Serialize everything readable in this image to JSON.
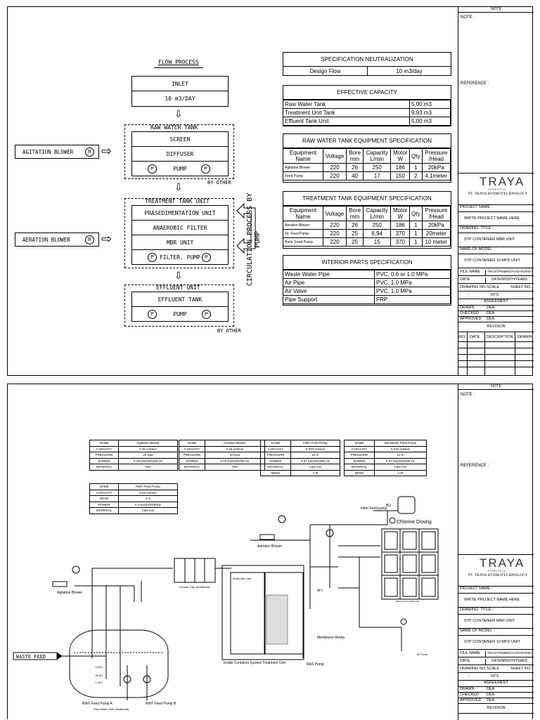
{
  "flow": {
    "title": "FLOW PROCESS",
    "inlet": "INLET",
    "inlet_flow": "10 m3/DAY",
    "raw_water_tank": "RAW WATER TANK",
    "screen": "SCREEN",
    "diffuser": "DIFFUSER",
    "pump": "PUMP",
    "by_other": "BY OTHER",
    "treatment_tank": "TREATMENT TANK UNIT",
    "presed": "PRASEDIMENTATION UNIT",
    "anaerobic": "ANAEROBIC FILTER",
    "mbr": "MBR UNIT",
    "filter_pump": "FILTER. PUMP",
    "effluent_unit": "EFFLUENT UNIT",
    "effluent_tank": "EFFLUENT TANK",
    "agitation_blower": "AGITATION BLOWER",
    "aeration_blower": "AERATION BLOWER",
    "b": "B",
    "p": "P",
    "circulation": "CIRCULATION PROCESS BY PUMP"
  },
  "spec_neutral": {
    "title": "SPECIFICATION NEUTRALIZATION",
    "label": "Design Flow",
    "value": "10  m3/day"
  },
  "capacity": {
    "title": "EFFECTIVE CAPACITY",
    "rows": [
      [
        "Raw Water Tank",
        "5,00 m3"
      ],
      [
        "Treatment Unit Tank",
        "9,93 m3"
      ],
      [
        "Effluent Tank Unit",
        "5,00 m3"
      ]
    ]
  },
  "raw_equip": {
    "title": "RAW WATER TANK EQUIPMENT SPECIFICATION",
    "headers": [
      "Equipment Name",
      "Voltage",
      "Bore mm",
      "Capacity L/min",
      "Motor W",
      "Qty",
      "Pressure /Head"
    ],
    "rows": [
      [
        "Agitation Blower",
        "220",
        "26",
        "250",
        "186",
        "1",
        "20kPa"
      ],
      [
        "Feed Pump",
        "220",
        "40",
        "17",
        "150",
        "2",
        "4,1meter"
      ]
    ]
  },
  "treat_equip": {
    "title": "TREATMENT TANK EQUIPMENT SPECIFICATION",
    "headers": [
      "Equipment Name",
      "Voltage",
      "Bore mm",
      "Capacity L/min",
      "Motor W",
      "Qty",
      "Pressure /Head"
    ],
    "rows": [
      [
        "Aeration Blower",
        "220",
        "26",
        "250",
        "186",
        "1",
        "20kPa"
      ],
      [
        "Int. Feed Pump",
        "220",
        "25",
        "6,94",
        "370",
        "1",
        "20meter"
      ],
      [
        "Back. Feed Pump",
        "220",
        "25",
        "15",
        "370",
        "1",
        "10 meter"
      ]
    ]
  },
  "interior": {
    "title": "INTERIOR PARTS SPECIFICATION",
    "rows": [
      [
        "Waste Water Pipe",
        "PVC, 0.6 or 1.0 MPa"
      ],
      [
        "Air Pipe",
        "PVC, 1.0 MPa"
      ],
      [
        "Air Valve",
        "PVC, 1.0 MPa"
      ],
      [
        "Pipe Support",
        "FRP"
      ]
    ]
  },
  "titleblock": {
    "note_header": "NOTE",
    "note": "NOTE :",
    "reference": "REFERENCE :",
    "logo": "TRAYA",
    "logo_sub": "HYDROTECH",
    "company": "PT. TRAYA HYDROTECHNOLOGY",
    "project_name_label": "PROJECT NAME :",
    "project_name": "WRITE PROJECT NAME HERE",
    "drawing_title_label": "DRAWING. TITLE :",
    "drawing_title": "STP CONTAINER  MBR UNIT",
    "model_label": "NAME OF MODEL :",
    "model": "STP CONTAINER 10 MPD UNIT",
    "file_name_label": "FILE NAME",
    "file_name": "TRV/STP/MBR/DAY/DATE/REV",
    "date_label": "DATE",
    "date": "DATE/MONTH/YEARS",
    "drawing_no": "DRAWING NO.",
    "scale": "SCALE",
    "sheet_no": "SHEET NO.",
    "dash": "-",
    "nts": "NTS",
    "agreement": "AGREEMENT",
    "drawn": "DRAWN",
    "checked": "CHECKED",
    "approved": "APPROVED",
    "dea": "DEA",
    "revision": "REVISION",
    "rev": "REV",
    "date_col": "DATE",
    "description": "DESCRIPTION",
    "drawn_col": "DRAWN"
  },
  "equip2": {
    "agitation": [
      [
        "NAME",
        "Agitation Blower"
      ],
      [
        "CAPACITY",
        "0.25 m3/min"
      ],
      [
        "PRESSURE",
        "20 Kpa"
      ],
      [
        "POWER",
        "0.19 Kw/220V/50 Hz"
      ],
      [
        "MATERIAL",
        "TBA"
      ]
    ],
    "aeration": [
      [
        "NAME",
        "Aeration Blower"
      ],
      [
        "CAPACITY",
        "0.25 m3/min"
      ],
      [
        "PRESSURE",
        "20 Kpa"
      ],
      [
        "POWER",
        "0.19 Kw/220V/50 Hz"
      ],
      [
        "MATERIAL",
        "TBA"
      ]
    ],
    "filter": [
      [
        "NAME",
        "Filter Feed Pump"
      ],
      [
        "CAPACITY",
        "0.007 m3/min"
      ],
      [
        "PRESSURE",
        "20 m"
      ],
      [
        "POWER",
        "0.37 Kw/220V/50 Hz"
      ],
      [
        "MATERIAL",
        "Cast iron"
      ],
      [
        "NPSH",
        "1 M"
      ]
    ],
    "backwash": [
      [
        "NAME",
        "Backwash Feed Pump"
      ],
      [
        "CAPACITY",
        "0.015 m3/min"
      ],
      [
        "PRESSURE",
        "10 m"
      ],
      [
        "POWER",
        "0.37 Kw/220V/50 Hz"
      ],
      [
        "MATERIAL",
        "Cast iron"
      ],
      [
        "NPSH",
        "1 M"
      ]
    ],
    "rwt": [
      [
        "NAME",
        "RWT Feed Pump"
      ],
      [
        "CAPACITY",
        "0.02 m3/min"
      ],
      [
        "HEAD",
        "4 m"
      ],
      [
        "POWER",
        "0.4 Kw/220V/50Hz"
      ],
      [
        "MATERIAL",
        "Cast iron"
      ]
    ]
  },
  "pid": {
    "filter_feed_pump": "Filter Feed pump",
    "bu": "BU",
    "chlorine": "Chlorine Dosing",
    "aeration_blower": "Aeration Blower",
    "agitation_blower": "Agitation Blower",
    "waste_feed": "WASTE FEED",
    "grease_trap": "Grease Trap (Additional)",
    "anaerobic": "Anaerobic Unit",
    "wl": "W L",
    "membrane": "Membrane Media",
    "rs_pump": "R&S Pump",
    "inside": "Inside Container System",
    "treatment": "Treatment Unit",
    "rwt_a": "RWT Feed Pump A",
    "rwt_b": "RWT Feed Pump B",
    "raw_tank": "Raw Water Tank (Additional)",
    "hwl": "H.W.L",
    "mwl": "M.W.L",
    "lwl": "L.W.L",
    "effluent_tank": "Effluent Tank (additional)",
    "bf_pump": "BF Pump"
  }
}
